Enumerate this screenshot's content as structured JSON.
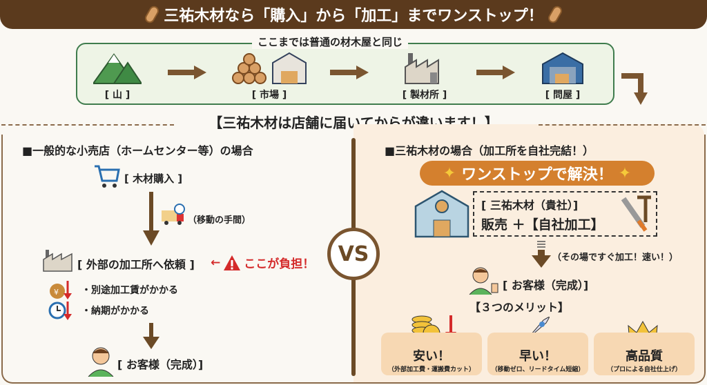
{
  "header": {
    "title": "三祐木材なら「購入」から「加工」までワンストップ！"
  },
  "flow": {
    "label": "ここまでは普通の材木屋と同じ",
    "nodes": [
      {
        "label": "[ 山 ]",
        "icon": "mountain-icon"
      },
      {
        "label": "[ 市場 ]",
        "icon": "logs-warehouse-icon"
      },
      {
        "label": "[ 製材所 ]",
        "icon": "factory-icon"
      },
      {
        "label": "[ 問屋 ]",
        "icon": "warehouse-icon"
      }
    ]
  },
  "subtitle": "【三祐木材は店舗に届いてからが違います！】",
  "left": {
    "heading": "■一般的な小売店（ホームセンター等）の場合",
    "purchase": "[ 木材購入 ]",
    "move": "（移動の手間）",
    "outsource": "[ 外部の加工所へ依頼 ]",
    "burden": "ここが負担！",
    "burden_arrow": "←",
    "cost": "・別途加工賃がかかる",
    "time": "・納期がかかる",
    "customer": "[ お客様（完成）]"
  },
  "vs": "VS",
  "right": {
    "heading": "■三祐木材の場合（加工所を自社完結！）",
    "pill": "ワンストップで解決！",
    "company": "[ 三祐木材（貴社）]",
    "service": "販売 ＋【自社加工】",
    "fast": "（その場ですぐ加工！速い！）",
    "customer": "[ お客様（完成）]",
    "merits_title": "【３つのメリット】",
    "merits": [
      {
        "title": "安い！",
        "sub": "（外部加工費・運搬費カット）"
      },
      {
        "title": "早い！",
        "sub": "（移動ゼロ、リードタイム短縮）"
      },
      {
        "title": "高品質",
        "sub": "（プロによる自社仕上げ）"
      }
    ]
  },
  "colors": {
    "brown": "#5b3a1d",
    "green": "#3f7c4d",
    "orange": "#d4802e",
    "red": "#d42a2a"
  }
}
